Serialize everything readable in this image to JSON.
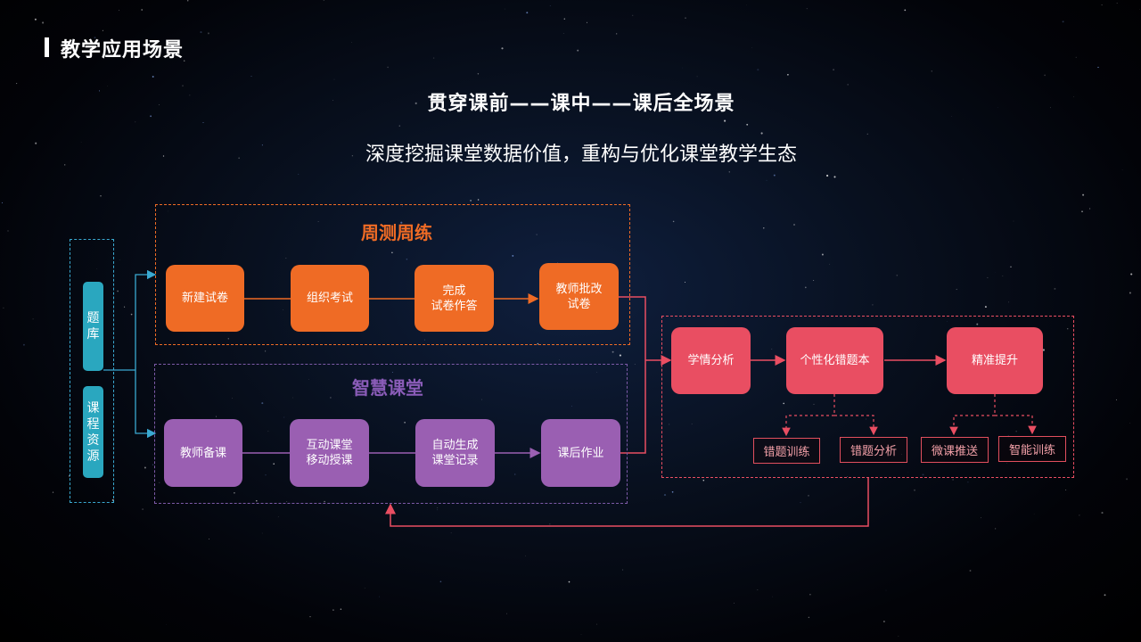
{
  "page_title": "教学应用场景",
  "headline": "贯穿课前——课中——课后全场景",
  "subline": "深度挖掘课堂数据价值，重构与优化课堂教学生态",
  "resources": {
    "bank": "题\n库",
    "course": "课\n程\n资\n源"
  },
  "weekly": {
    "label": "周测周练",
    "steps": [
      "新建试卷",
      "组织考试",
      "完成\n试卷作答",
      "教师批改\n试卷"
    ]
  },
  "smart": {
    "label": "智慧课堂",
    "steps": [
      "教师备课",
      "互动课堂\n移动授课",
      "自动生成\n课堂记录",
      "课后作业"
    ]
  },
  "analysis": {
    "steps": [
      "学情分析",
      "个性化错题本",
      "精准提升"
    ],
    "tags": [
      "错题训练",
      "错题分析",
      "微课推送",
      "智能训练"
    ]
  },
  "colors": {
    "orange": "#ef6b25",
    "purple": "#9a5fb2",
    "red": "#e94e62",
    "teal": "#2aa7bf",
    "blue_connector": "#3aa9d1"
  }
}
